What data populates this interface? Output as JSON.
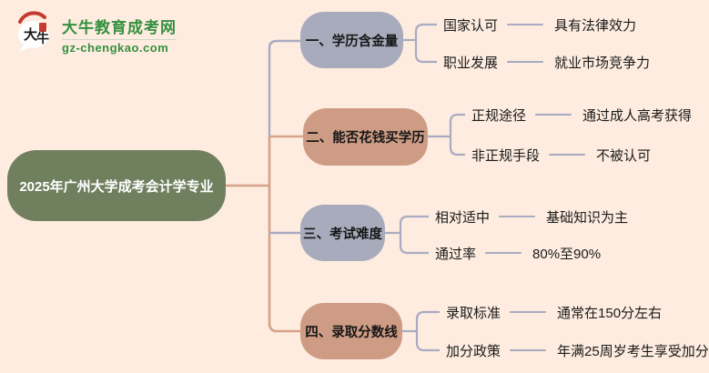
{
  "logo": {
    "icon_text": "大牛",
    "title": "大牛教育成考网",
    "domain": "gz-chengkao.com",
    "brand_color": "#35903F"
  },
  "center": {
    "label": "2025年广州大学成考会计学专业"
  },
  "branches": [
    {
      "label": "一、学历含金量",
      "color": "#A8ABBC",
      "items": [
        {
          "label": "国家认可",
          "leaf": "具有法律效力"
        },
        {
          "label": "职业发展",
          "leaf": "就业市场竞争力"
        }
      ]
    },
    {
      "label": "二、能否花钱买学历",
      "color": "#CE9C85",
      "items": [
        {
          "label": "正规途径",
          "leaf": "通过成人高考获得"
        },
        {
          "label": "非正规手段",
          "leaf": "不被认可"
        }
      ]
    },
    {
      "label": "三、考试难度",
      "color": "#A8ABBC",
      "items": [
        {
          "label": "相对适中",
          "leaf": "基础知识为主"
        },
        {
          "label": "通过率",
          "leaf": "80%至90%"
        }
      ]
    },
    {
      "label": "四、录取分数线",
      "color": "#CE9C85",
      "items": [
        {
          "label": "录取标准",
          "leaf": "通常在150分左右"
        },
        {
          "label": "加分政策",
          "leaf": "年满25周岁考生享受加分"
        }
      ]
    }
  ],
  "colors": {
    "background": "#FDECDF",
    "center_node": "#70805F",
    "branch_lavender": "#A8ABBC",
    "branch_tan": "#CE9C85",
    "line_lavender": "#A9ABC2",
    "line_tan": "#D6A289",
    "seal_red": "#C23B2E"
  }
}
